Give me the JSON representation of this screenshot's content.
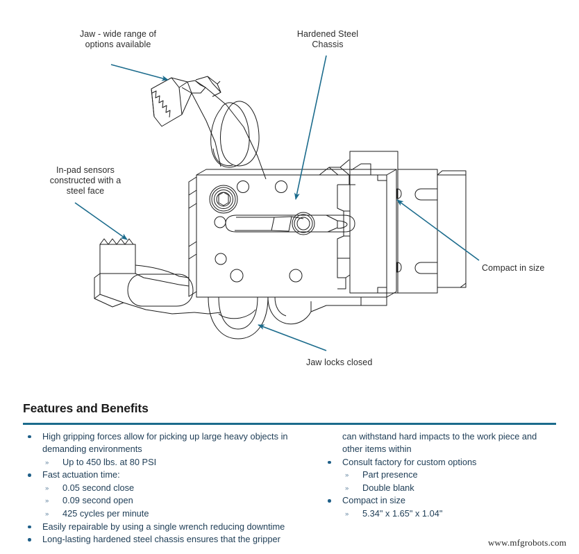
{
  "diagram": {
    "title": "Robotic gripper technical line drawing",
    "line_color": "#1a1a1a",
    "callout_color": "#1b6b8c",
    "callouts": [
      {
        "id": "jaw-options",
        "text": "Jaw - wide range of\noptions available"
      },
      {
        "id": "hardened-chassis",
        "text": "Hardened Steel\nChassis"
      },
      {
        "id": "inpad-sensors",
        "text": "In-pad sensors\nconstructed with a\nsteel face"
      },
      {
        "id": "compact-size",
        "text": "Compact in size"
      },
      {
        "id": "jaw-locks",
        "text": "Jaw locks closed"
      }
    ]
  },
  "features": {
    "heading": "Features and Benefits",
    "rule_color": "#1b6b8c",
    "bullet_color": "#1f5f88",
    "text_color": "#1d3c55",
    "left_column": [
      {
        "type": "bullet",
        "text": "High gripping forces allow for picking up large heavy objects in demanding environments"
      },
      {
        "type": "sub",
        "text": "Up to 450 lbs. at 80 PSI"
      },
      {
        "type": "bullet",
        "text": "Fast actuation time:"
      },
      {
        "type": "sub",
        "text": "0.05 second close"
      },
      {
        "type": "sub",
        "text": "0.09 second open"
      },
      {
        "type": "sub",
        "text": "425 cycles per minute"
      },
      {
        "type": "bullet",
        "text": "Easily repairable by using a single wrench reducing downtime"
      },
      {
        "type": "bullet",
        "text": "Long-lasting hardened steel chassis ensures that the gripper"
      }
    ],
    "right_column": [
      {
        "type": "cont",
        "text": "can withstand hard impacts to the work piece and other items within"
      },
      {
        "type": "bullet",
        "text": "Consult factory for custom options"
      },
      {
        "type": "sub",
        "text": "Part presence"
      },
      {
        "type": "sub",
        "text": "Double blank"
      },
      {
        "type": "bullet",
        "text": "Compact in size"
      },
      {
        "type": "sub",
        "text": "5.34\" x 1.65\" x 1.04\""
      }
    ],
    "sub_marker": "»"
  },
  "footer": {
    "watermark": "www.mfgrobots.com"
  }
}
